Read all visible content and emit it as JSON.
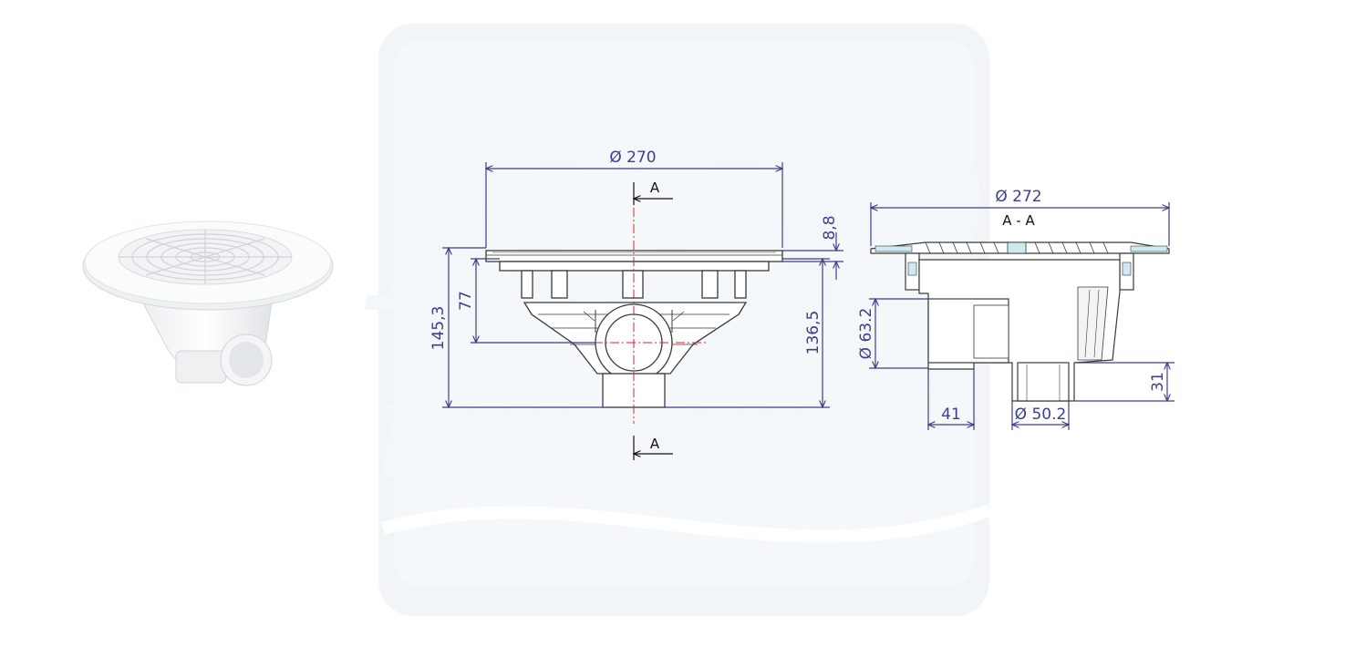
{
  "watermark": {
    "logo_letters": "H2O",
    "line1": "piscines &",
    "line2": "spas"
  },
  "colors": {
    "dimension": "#3b3f8c",
    "outline": "#3a3a3a",
    "axis": "#d9262c",
    "watermark": "#eef3f6"
  },
  "front_view": {
    "section_mark_top": "A",
    "section_mark_bottom": "A",
    "dims": {
      "diameter": "Ø 270",
      "flange_thickness": "8,8",
      "total_height": "145,3",
      "body_height": "136,5",
      "inlet_height": "77"
    }
  },
  "section_view": {
    "title": "A - A",
    "dims": {
      "diameter": "Ø 272",
      "side_pipe_diameter": "Ø 63.2",
      "side_pipe_offset": "41",
      "bottom_pipe_diameter": "Ø 50.2",
      "bottom_pipe_height": "31"
    }
  }
}
